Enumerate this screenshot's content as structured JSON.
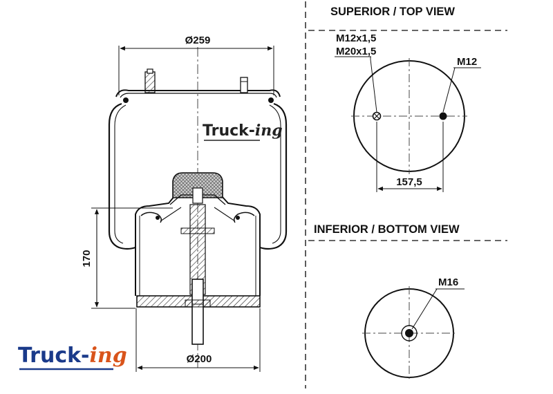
{
  "logo": {
    "word": "Truck-",
    "suffix": "ing",
    "colors": {
      "word": "#1a3a8a",
      "suffix": "#d9541b",
      "underline": "#1a3a8a"
    }
  },
  "side_view": {
    "watermark_word": "Truck-",
    "watermark_suffix": "ing",
    "dim_top": "Ø259",
    "dim_bottom": "Ø200",
    "dim_height": "170"
  },
  "top_view": {
    "title": "SUPERIOR / TOP VIEW",
    "label_thread_1": "M12x1,5",
    "label_thread_2": "M20x1,5",
    "label_stud": "M12",
    "dim_spacing": "157,5"
  },
  "bottom_view": {
    "title": "INFERIOR / BOTTOM VIEW",
    "label_center": "M16"
  }
}
